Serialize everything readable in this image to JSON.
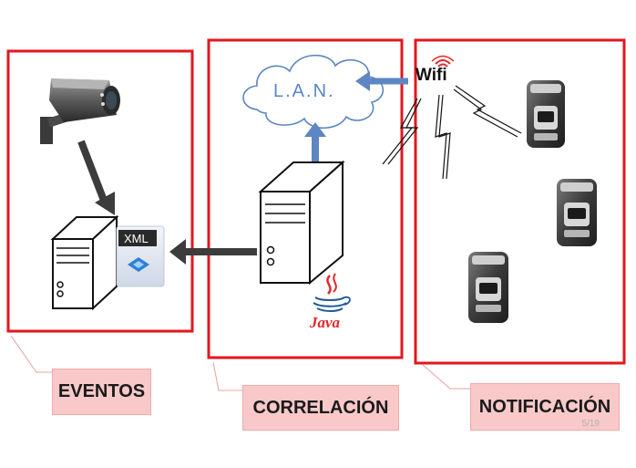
{
  "labels": {
    "eventos": "EVENTOS",
    "correlacion": "CORRELACIÓN",
    "notificacion": "NOTIFICACIÓN"
  },
  "cloud_text": "L.A.N.",
  "wifi_text": "Wifi",
  "xml_text": "XML",
  "java_text": "Java",
  "page_number": "5/19",
  "colors": {
    "panel_border": "#e3161e",
    "label_fill": "#f9c9c9",
    "arrow_blue": "#5c86c4",
    "arrow_dark": "#3c3c3c",
    "java_red": "#e4262a"
  },
  "icons": [
    "security-camera-icon",
    "server-icon",
    "xml-file-icon",
    "cloud-icon",
    "java-logo-icon",
    "wifi-icon",
    "lightning-icon",
    "pager-device-icon"
  ]
}
